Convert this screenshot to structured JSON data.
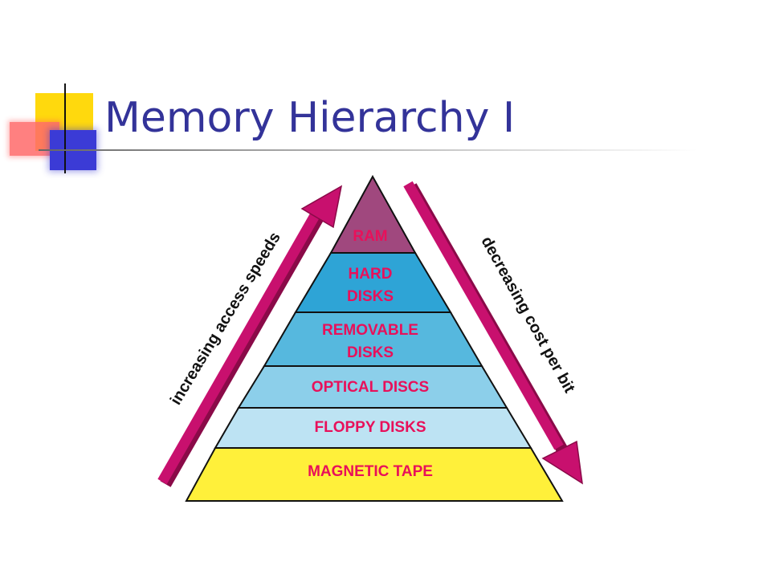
{
  "slide": {
    "title": "Memory Hierarchy I"
  },
  "pyramid": {
    "tiers": [
      {
        "label_lines": [
          "RAM"
        ],
        "fill": "#a0487e"
      },
      {
        "label_lines": [
          "HARD",
          "DISKS"
        ],
        "fill": "#2ea4d6"
      },
      {
        "label_lines": [
          "REMOVABLE",
          "DISKS"
        ],
        "fill": "#56b8de"
      },
      {
        "label_lines": [
          "OPTICAL DISCS"
        ],
        "fill": "#8ccfea"
      },
      {
        "label_lines": [
          "FLOPPY DISKS"
        ],
        "fill": "#bde3f3"
      },
      {
        "label_lines": [
          "MAGNETIC TAPE"
        ],
        "fill": "#fff03a"
      }
    ],
    "label_color": "#e8105a"
  },
  "arrows": {
    "left_label": "increasing access speeds",
    "right_label": "decreasing cost per bit",
    "color": "#c8106e"
  },
  "colors": {
    "title": "#333399",
    "accent_yellow": "#ffd700",
    "accent_red": "#ff6a6a",
    "accent_blue": "#3b3bd6"
  }
}
